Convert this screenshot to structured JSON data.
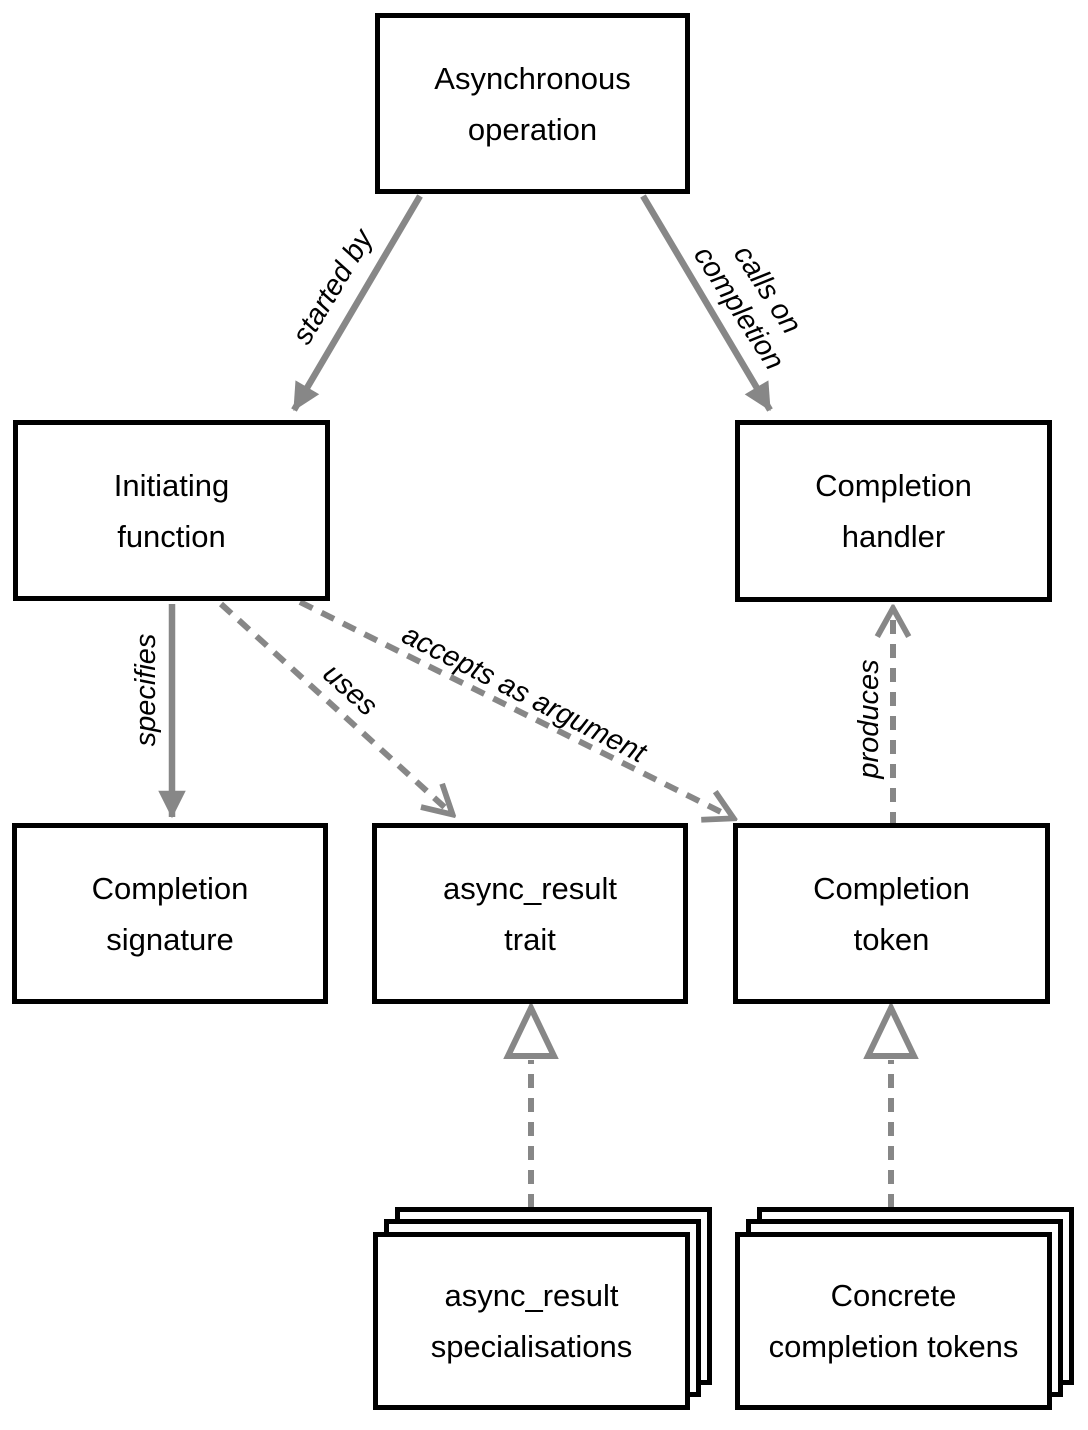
{
  "diagram": {
    "nodes": {
      "async_operation": {
        "lines": [
          "Asynchronous",
          "operation"
        ]
      },
      "initiating_function": {
        "lines": [
          "Initiating",
          "function"
        ]
      },
      "completion_handler": {
        "lines": [
          "Completion",
          "handler"
        ]
      },
      "completion_signature": {
        "lines": [
          "Completion",
          "signature"
        ]
      },
      "async_result_trait": {
        "lines": [
          "async_result",
          "trait"
        ]
      },
      "completion_token": {
        "lines": [
          "Completion",
          "token"
        ]
      },
      "async_result_specialisations": {
        "lines": [
          "async_result",
          "specialisations"
        ]
      },
      "concrete_completion_tokens": {
        "lines": [
          "Concrete",
          "completion tokens"
        ]
      }
    },
    "edges": {
      "started_by": {
        "label": "started by",
        "from": "async_operation",
        "to": "initiating_function",
        "style": "solid"
      },
      "calls_on_completion": {
        "lines": [
          "calls on",
          "completion"
        ],
        "from": "async_operation",
        "to": "completion_handler",
        "style": "solid"
      },
      "specifies": {
        "label": "specifies",
        "from": "initiating_function",
        "to": "completion_signature",
        "style": "solid"
      },
      "uses": {
        "label": "uses",
        "from": "initiating_function",
        "to": "async_result_trait",
        "style": "dashed"
      },
      "accepts_as_argument": {
        "label": "accepts as argument",
        "from": "initiating_function",
        "to": "completion_token",
        "style": "dashed"
      },
      "produces": {
        "label": "produces",
        "from": "completion_token",
        "to": "completion_handler",
        "style": "dashed"
      },
      "specialisation_of": {
        "label": "",
        "from": "async_result_specialisations",
        "to": "async_result_trait",
        "style": "dashed-hollow-triangle"
      },
      "instance_of": {
        "label": "",
        "from": "concrete_completion_tokens",
        "to": "completion_token",
        "style": "dashed-hollow-triangle"
      }
    },
    "colors": {
      "background": "#ffffff",
      "box_border": "#000000",
      "box_fill": "#ffffff",
      "text": "#000000",
      "arrow": "#878787"
    }
  }
}
